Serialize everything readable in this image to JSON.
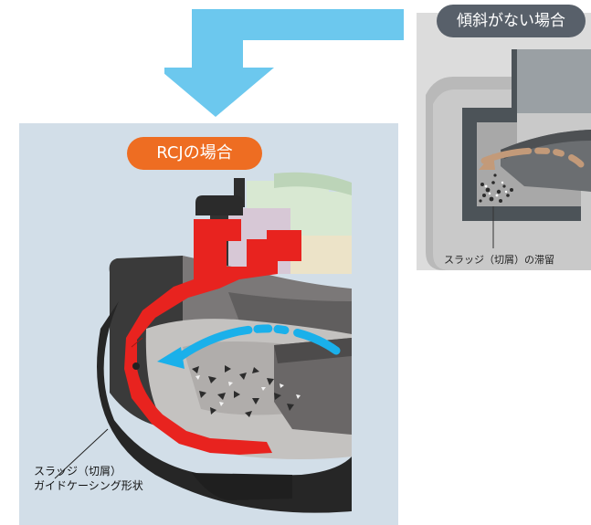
{
  "main_panel": {
    "badge": "RCJの場合",
    "callout_line1": "スラッジ（切屑）",
    "callout_line2": "ガイドケーシング形状"
  },
  "compare_panel": {
    "badge": "傾斜がない場合",
    "caption": "スラッジ（切屑）の滞留"
  },
  "colors": {
    "arrow": "#6cc8ee",
    "rcj_badge": "#ee6d22",
    "compare_badge": "#58606a",
    "guide_casing": "#e8231f",
    "flow_arrow_main": "#1ab0ea",
    "main_panel_bg": "#d2dee8",
    "compare_panel_bg": "#dcdcdc"
  }
}
